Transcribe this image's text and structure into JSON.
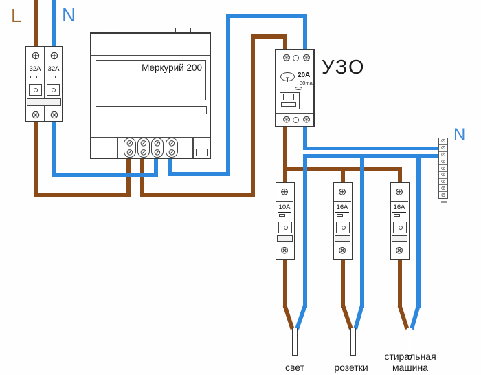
{
  "colors": {
    "wire_live": "#8a4b18",
    "wire_neutral": "#2d87dd",
    "label_l": "#a0662a",
    "label_n": "#3e8ad8",
    "outline": "#3a3a3a"
  },
  "labels": {
    "live_in": "L",
    "neutral_in": "N",
    "neutral_bus": "N",
    "rcd_title": "УЗО"
  },
  "meter": {
    "model": "Меркурий 200"
  },
  "main_breaker": {
    "pole1_rating": "32A",
    "pole2_rating": "32A"
  },
  "rcd": {
    "rating": "20A",
    "sensitivity": "30ma",
    "test_button": "T"
  },
  "branch_breakers": [
    {
      "rating": "10A",
      "circuit": "свет"
    },
    {
      "rating": "16A",
      "circuit": "розетки"
    },
    {
      "rating": "16A",
      "circuit": "стиральная машина"
    }
  ],
  "icons": {
    "screw_phillips": "⊕",
    "screw_cross": "⊗",
    "screw_star": "⊛",
    "screw_slotted": "⊘"
  }
}
